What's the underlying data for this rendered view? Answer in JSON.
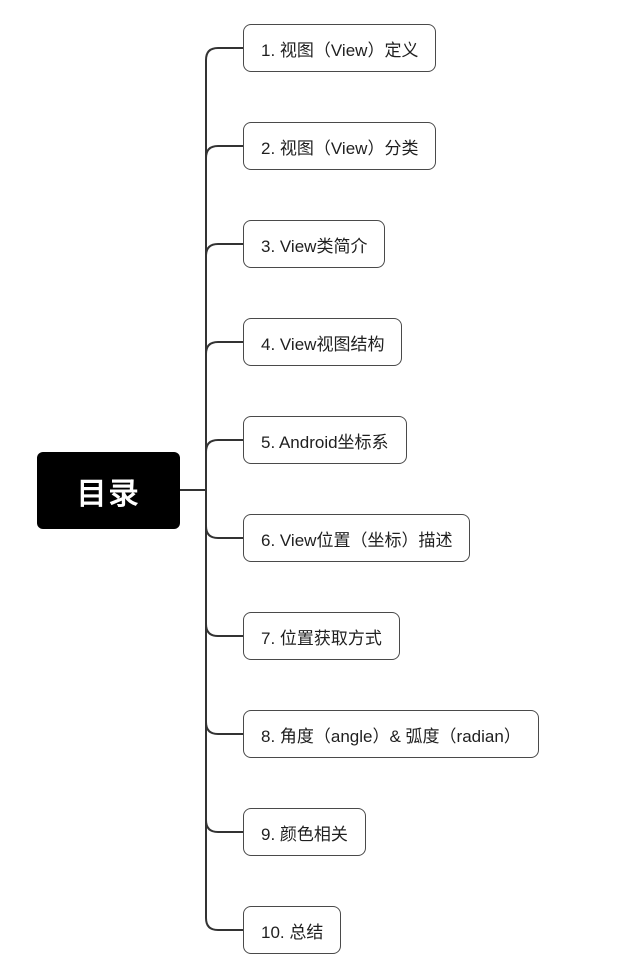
{
  "root": {
    "label": "目录"
  },
  "branches": [
    {
      "label": "1. 视图（View）定义"
    },
    {
      "label": "2. 视图（View）分类"
    },
    {
      "label": "3. View类简介"
    },
    {
      "label": "4. View视图结构"
    },
    {
      "label": "5. Android坐标系"
    },
    {
      "label": "6. View位置（坐标）描述"
    },
    {
      "label": "7. 位置获取方式"
    },
    {
      "label": "8. 角度（angle）& 弧度（radian）"
    },
    {
      "label": "9. 颜色相关"
    },
    {
      "label": "10. 总结"
    }
  ],
  "colors": {
    "root_background": "#000000",
    "root_text": "#ffffff",
    "node_background": "#ffffff",
    "node_border": "#4a4a4a",
    "line": "#333333"
  }
}
